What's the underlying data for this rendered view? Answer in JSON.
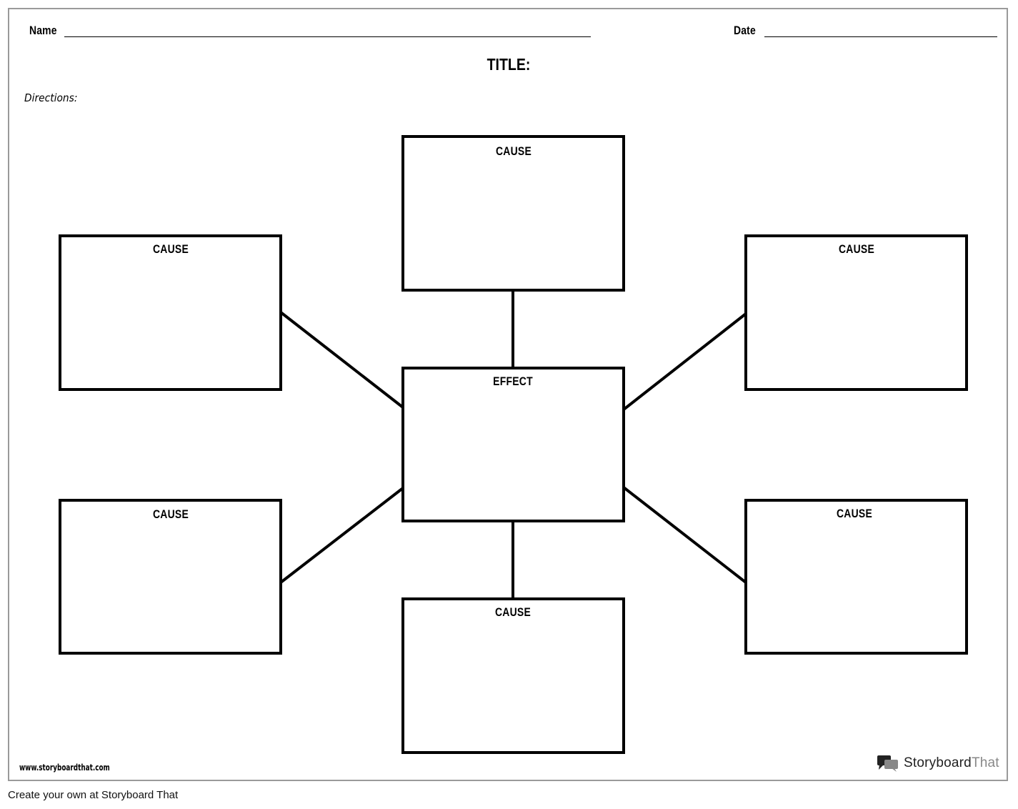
{
  "header": {
    "name_label": "Name",
    "date_label": "Date",
    "title": "TITLE:",
    "directions": "Directions:"
  },
  "diagram": {
    "center": "EFFECT",
    "boxes": [
      "CAUSE",
      "CAUSE",
      "CAUSE",
      "CAUSE",
      "CAUSE",
      "CAUSE"
    ]
  },
  "branding": {
    "url": "www.storyboardthat.com",
    "logo_strong": "Storyboard",
    "logo_light": "That",
    "logo_icon": "speech-bubbles-icon"
  },
  "footer": {
    "text": "Create your own at Storyboard That"
  },
  "colors": {
    "border": "#000000",
    "frame": "#9a9a9a",
    "logo_dark": "#222222",
    "logo_light": "#888888"
  }
}
